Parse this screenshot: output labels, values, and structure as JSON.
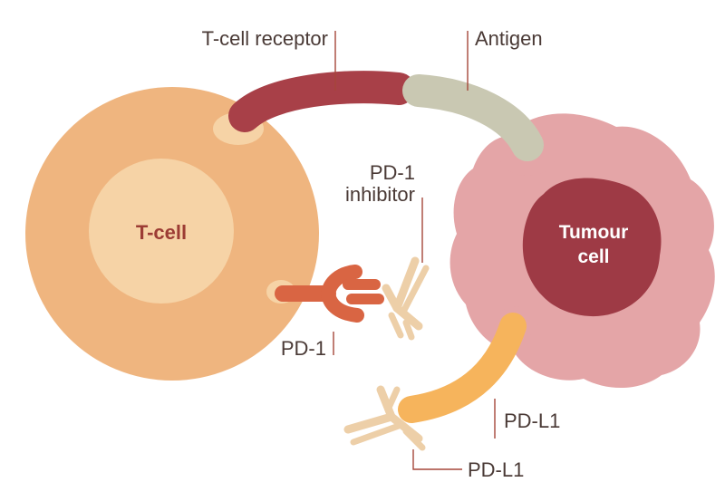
{
  "labels": {
    "t_cell_receptor": "T-cell receptor",
    "antigen": "Antigen",
    "pd1_inhibitor_line1": "PD-1",
    "pd1_inhibitor_line2": "inhibitor",
    "pd1": "PD-1",
    "pdl1_upper": "PD-L1",
    "pdl1_lower": "PD-L1",
    "t_cell": "T-cell",
    "tumour_line1": "Tumour",
    "tumour_line2": "cell"
  },
  "colors": {
    "t_cell_outer": "#efb57f",
    "t_cell_inner": "#f6d3a6",
    "t_cell_text": "#9c3c34",
    "tumour_outer": "#e4a5a7",
    "tumour_inner": "#9e3a45",
    "tumour_text": "#ffffff",
    "receptor": "#a84048",
    "antigen": "#c9c8b2",
    "pd1": "#d96543",
    "pdl1": "#f6b45c",
    "antibody": "#edcfa8",
    "leader": "#a5473a",
    "label_text": "#4a3a36"
  }
}
